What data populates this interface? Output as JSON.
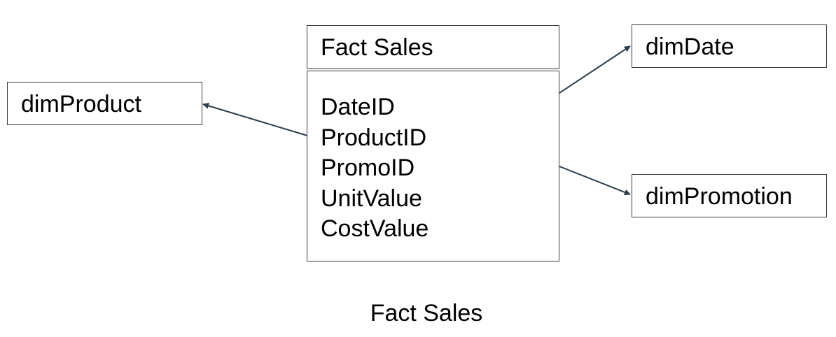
{
  "fact_table": {
    "title": "Fact Sales",
    "fields": [
      "DateID",
      "ProductID",
      "PromoID",
      "UnitValue",
      "CostValue"
    ]
  },
  "dimensions": {
    "date": "dimDate",
    "product": "dimProduct",
    "promotion": "dimPromotion"
  },
  "caption": "Fact Sales",
  "colors": {
    "box_border": "#3a3a3a",
    "arrow": "#2d3e4a",
    "text": "#000000",
    "background": "#ffffff"
  }
}
